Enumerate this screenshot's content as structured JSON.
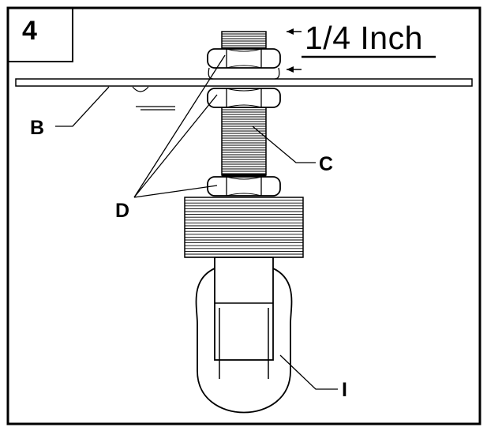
{
  "step_number": "4",
  "measurement": "1/4 Inch",
  "labels": {
    "b": "B",
    "c": "C",
    "d": "D",
    "i": "I"
  },
  "colors": {
    "ink": "#000000",
    "paper": "#ffffff"
  }
}
